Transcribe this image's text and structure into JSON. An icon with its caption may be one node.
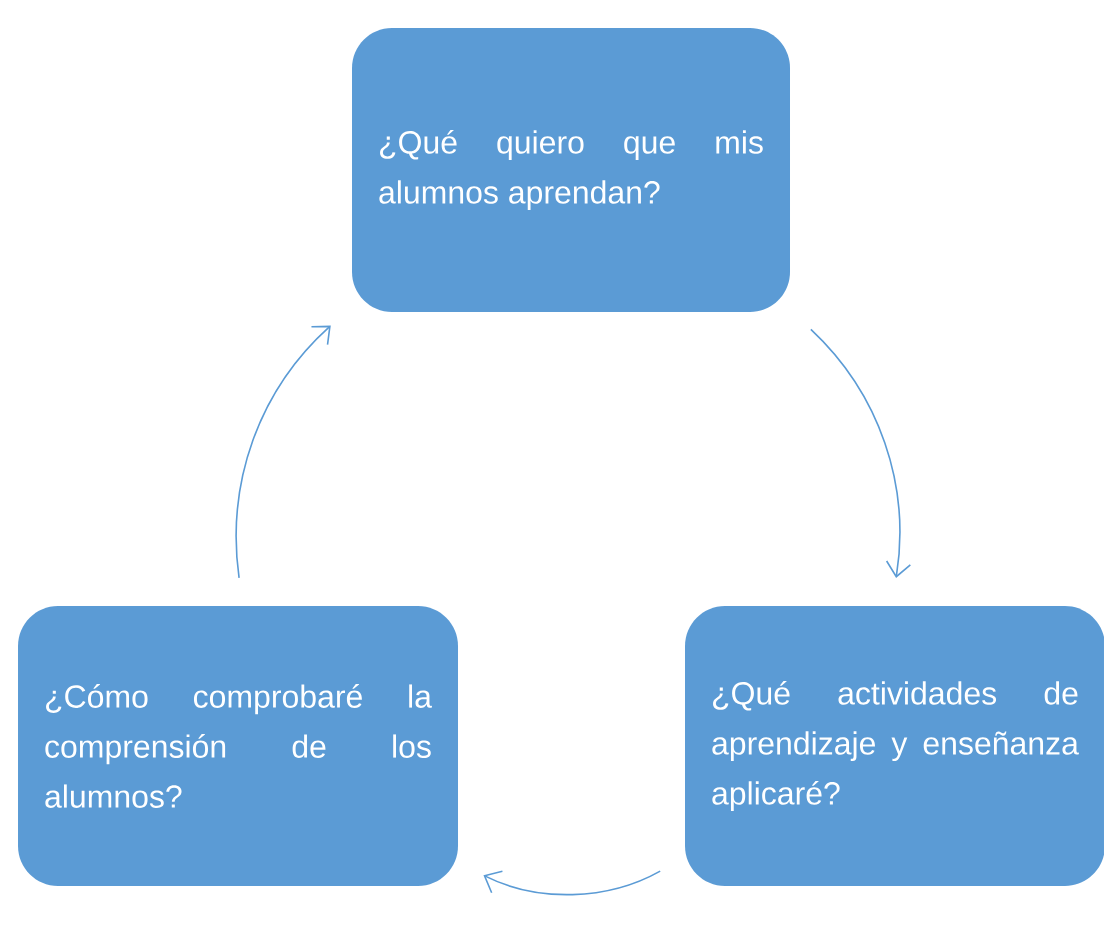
{
  "diagram": {
    "nodes": [
      {
        "text": [
          "¿Qué quiero que mis alumnos aprendan?"
        ]
      },
      {
        "text": [
          "¿Qué actividades de aprendizaje y enseñanza aplicaré?"
        ]
      },
      {
        "text": [
          "¿Cómo comprobaré la comprensión de los alumnos?"
        ]
      }
    ],
    "edges": [
      {
        "from": 0,
        "to": 1,
        "arrow": "to"
      },
      {
        "from": 1,
        "to": 2,
        "arrow": "to"
      },
      {
        "from": 2,
        "to": 0,
        "arrow": "to"
      }
    ]
  }
}
